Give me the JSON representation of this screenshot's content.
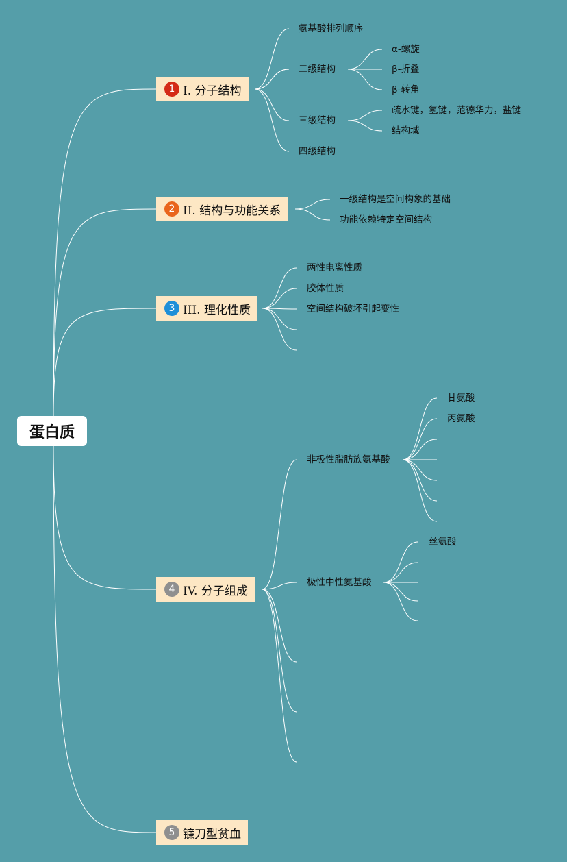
{
  "root": {
    "label": "蛋白质"
  },
  "colors": {
    "background": "#559ea9",
    "branch_fill": "#fde7c4",
    "badge_1": "#d42a16",
    "badge_2": "#e9651c",
    "badge_3": "#1f8fd8",
    "badge_4": "#8f8f8f",
    "badge_5": "#8f8f8f"
  },
  "branches": [
    {
      "number": "1",
      "label": "I. 分子结构",
      "children": [
        {
          "label": "氨基酸排列顺序"
        },
        {
          "label": "二级结构",
          "children": [
            {
              "label": "α-螺旋"
            },
            {
              "label": "β-折叠"
            },
            {
              "label": "β-转角"
            }
          ]
        },
        {
          "label": "三级结构",
          "children": [
            {
              "label": "疏水键，氢键，范德华力，盐键"
            },
            {
              "label": "结构域"
            }
          ]
        },
        {
          "label": "四级结构"
        }
      ]
    },
    {
      "number": "2",
      "label": "II. 结构与功能关系",
      "children": [
        {
          "label": "一级结构是空间构象的基础"
        },
        {
          "label": "功能依赖特定空间结构"
        }
      ]
    },
    {
      "number": "3",
      "label": "III. 理化性质",
      "children": [
        {
          "label": "两性电离性质"
        },
        {
          "label": "胶体性质"
        },
        {
          "label": "空间结构破坏引起变性"
        }
      ]
    },
    {
      "number": "4",
      "label": "IV. 分子组成",
      "children": [
        {
          "label": "非极性脂肪族氨基酸",
          "children": [
            {
              "label": "甘氨酸"
            },
            {
              "label": "丙氨酸"
            }
          ]
        },
        {
          "label": "极性中性氨基酸",
          "children": [
            {
              "label": "丝氨酸"
            }
          ]
        }
      ]
    },
    {
      "number": "5",
      "label": "镰刀型贫血",
      "children": []
    }
  ]
}
